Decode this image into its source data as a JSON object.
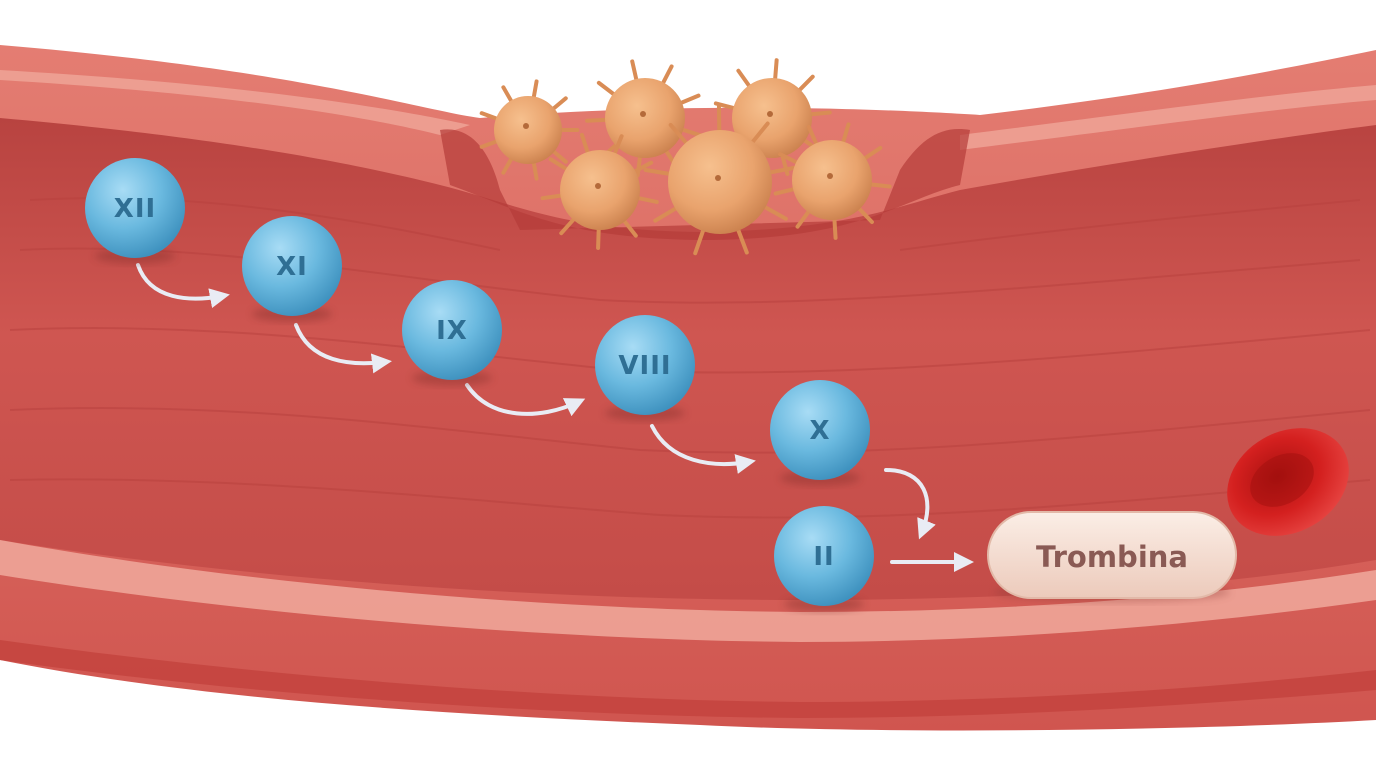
{
  "colors": {
    "background": "#ffffff",
    "vessel_wall": "#d9615c",
    "vessel_lumen": "#c94f4b",
    "wall_stripe": "#f0a99c",
    "factor_fill": "#6ab9df",
    "factor_text": "#2f6f94",
    "platelet": "#e9a36d",
    "rbc": "#d4201f",
    "product_fill": "#f4ddd2",
    "product_text": "#8a5a54",
    "arrow": "#e9ecf4"
  },
  "cascade": {
    "factors": [
      {
        "id": "xii",
        "label": "XII"
      },
      {
        "id": "xi",
        "label": "XI"
      },
      {
        "id": "ix",
        "label": "IX"
      },
      {
        "id": "viii",
        "label": "VIII"
      },
      {
        "id": "x",
        "label": "X"
      },
      {
        "id": "ii",
        "label": "II"
      }
    ],
    "product": {
      "label": "Trombina"
    }
  },
  "icons": {
    "platelets": "platelet-cluster-icon",
    "red_blood_cell": "red-blood-cell-icon"
  }
}
